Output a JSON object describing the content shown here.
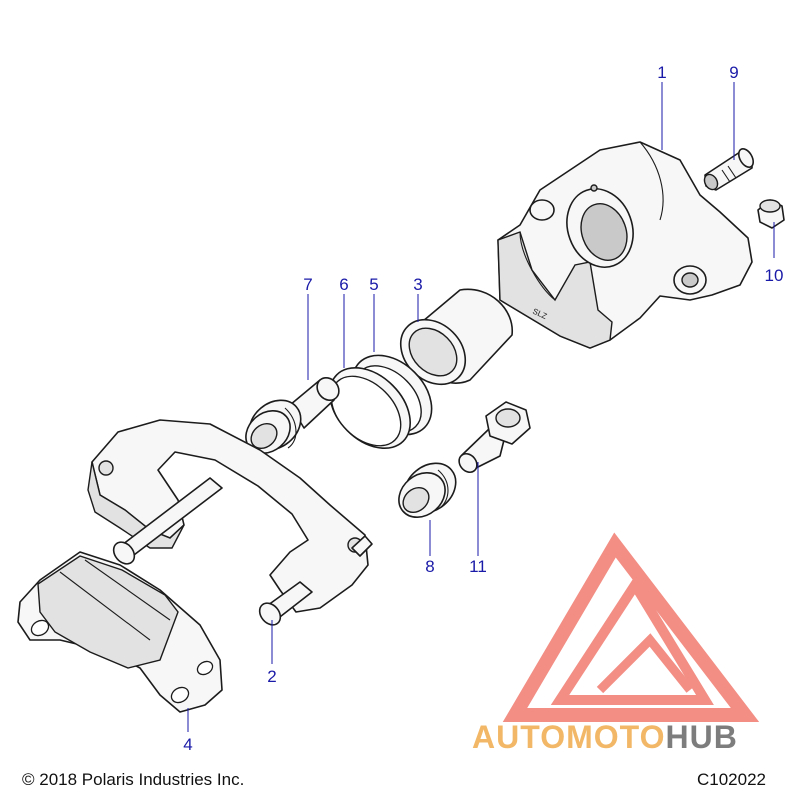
{
  "callouts": [
    {
      "id": "1",
      "label": "1"
    },
    {
      "id": "2",
      "label": "2"
    },
    {
      "id": "3",
      "label": "3"
    },
    {
      "id": "4",
      "label": "4"
    },
    {
      "id": "5",
      "label": "5"
    },
    {
      "id": "6",
      "label": "6"
    },
    {
      "id": "7",
      "label": "7"
    },
    {
      "id": "8",
      "label": "8"
    },
    {
      "id": "9",
      "label": "9"
    },
    {
      "id": "10",
      "label": "10"
    },
    {
      "id": "11",
      "label": "11"
    }
  ],
  "caliper_stamp": "SLZ",
  "watermark": {
    "wordmark_part1": "AUTOMOTO",
    "wordmark_part2": "HUB",
    "color_primary": "#f07b6f",
    "color_accent": "#f2b867",
    "color_dark": "#7d7d7d"
  },
  "footer": {
    "copyright": "© 2018 Polaris Industries Inc.",
    "drawing_id": "C102022"
  },
  "colors": {
    "callout": "#1a1aa8",
    "line": "#1c1c1c"
  }
}
